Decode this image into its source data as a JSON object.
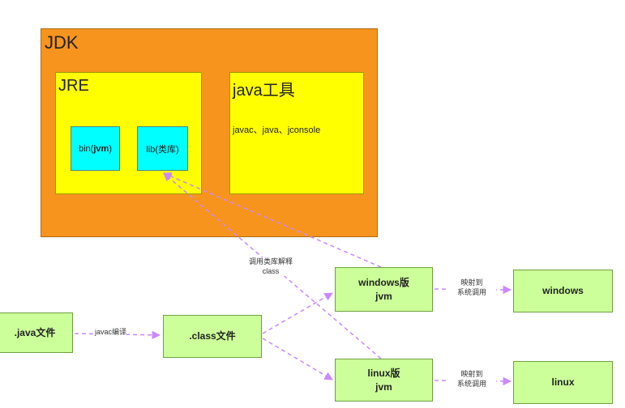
{
  "jdk": {
    "title": "JDK"
  },
  "jre": {
    "title": "JRE",
    "bin_prefix": "bin(",
    "bin_bold": "jvm",
    "bin_suffix": ")",
    "lib": "lib(类库)"
  },
  "tools": {
    "title": "java工具",
    "desc": "javac、java、jconsole"
  },
  "nodes": {
    "java_file": ".java文件",
    "class_file": ".class文件",
    "windows_jvm_line1": "windows版",
    "windows_jvm_line2": "jvm",
    "linux_jvm_line1": "linux版",
    "linux_jvm_line2": "jvm",
    "windows": "windows",
    "linux": "linux"
  },
  "labels": {
    "javac": "javac编译",
    "call_line1": "调用类库解释",
    "call_line2": "class",
    "map_line1": "映射到",
    "map_line2": "系统调用"
  },
  "colors": {
    "jdk": "#f7941d",
    "jre": "#ffff00",
    "cyan": "#00ffff",
    "node": "#ccff99",
    "arrow": "#cc88ff"
  }
}
